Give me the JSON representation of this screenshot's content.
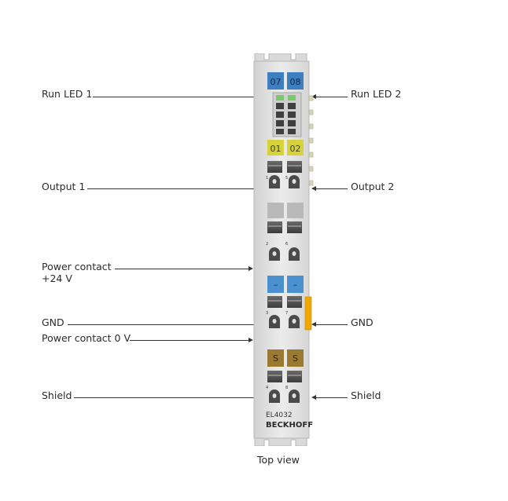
{
  "labels": {
    "run_led_1": "Run LED 1",
    "run_led_2": "Run LED 2",
    "output_1": "Output 1",
    "output_2": "Output 2",
    "power_contact_24v_line1": "Power contact",
    "power_contact_24v_line2": "+24 V",
    "gnd_left": "GND",
    "gnd_right": "GND",
    "power_contact_0v": "Power contact 0 V",
    "shield_left": "Shield",
    "shield_right": "Shield"
  },
  "terminal": {
    "tab_07": "07",
    "tab_08": "08",
    "tab_01": "01",
    "tab_02": "02",
    "tab_minus_1": "–",
    "tab_minus_2": "–",
    "tab_s_1": "S",
    "tab_s_2": "S",
    "pin_1": "1",
    "pin_5": "5",
    "pin_2": "2",
    "pin_6": "6",
    "pin_3": "3",
    "pin_7": "7",
    "pin_4": "4",
    "pin_8": "8",
    "model": "EL4032",
    "brand": "BECKHOFF"
  },
  "caption": "Top view",
  "colors": {
    "blue_tab": "#3d7fc1",
    "yellow_tab": "#d8d23a",
    "light_blue_tab": "#4b91d0",
    "brown_tab": "#9a7a30",
    "orange_contact": "#f0a800",
    "led_green": "#7bc86c",
    "housing": "#e6e6e6"
  }
}
